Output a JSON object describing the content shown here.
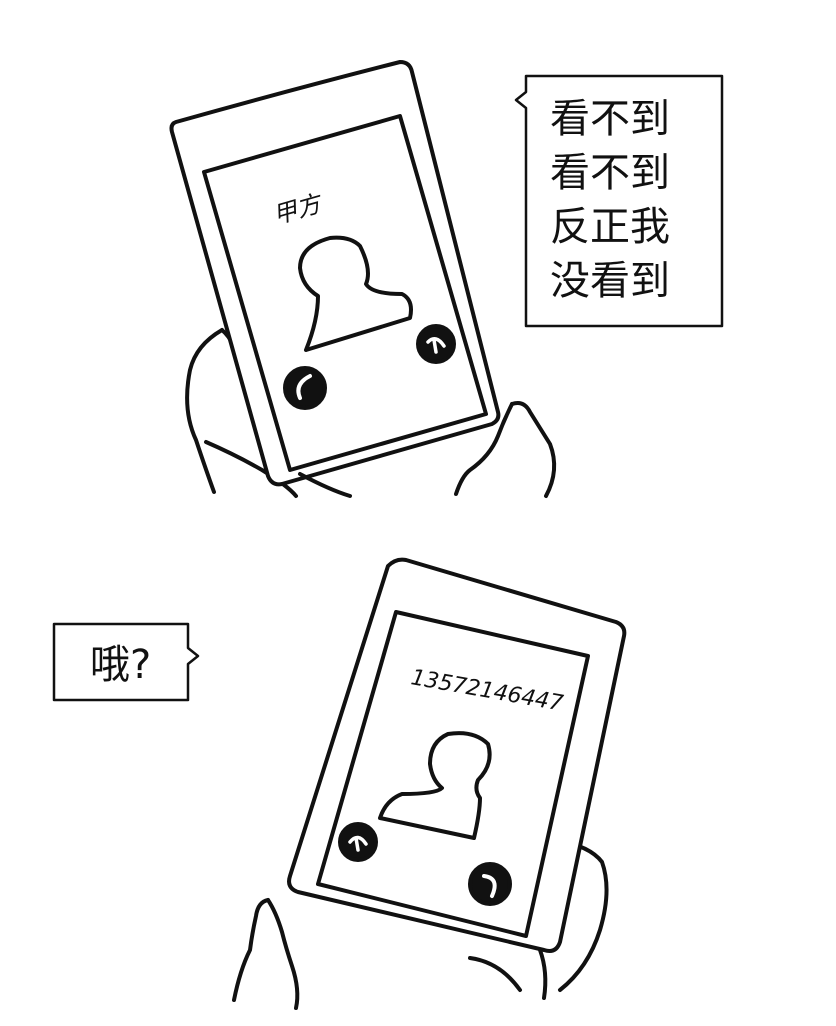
{
  "panel_top": {
    "caller_label": "甲方",
    "speech_lines": [
      "看不到",
      "看不到",
      "反正我",
      "没看到"
    ]
  },
  "panel_bottom": {
    "caller_label": "13572146447",
    "speech_text": "哦?"
  }
}
